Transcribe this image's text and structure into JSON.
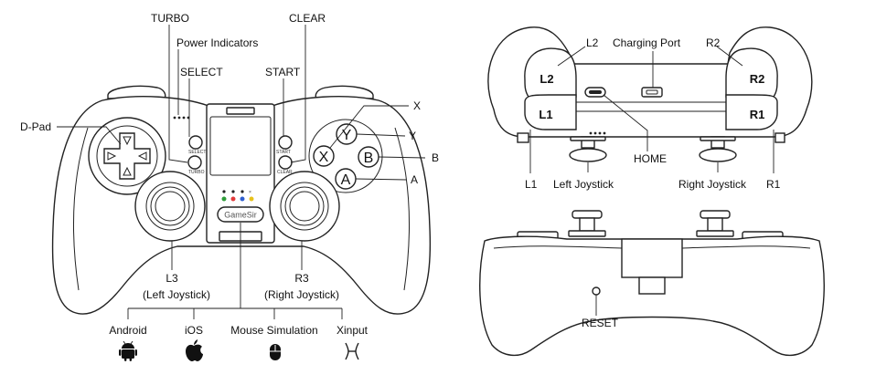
{
  "front": {
    "labels": {
      "turbo": "TURBO",
      "clear": "CLEAR",
      "power_indicators": "Power Indicators",
      "select": "SELECT",
      "start": "START",
      "dpad": "D-Pad",
      "x": "X",
      "y": "Y",
      "b": "B",
      "a": "A",
      "l3": "L3",
      "l3_sub": "(Left Joystick)",
      "r3": "R3",
      "r3_sub": "(Right Joystick)"
    },
    "face_buttons": {
      "x": "X",
      "y": "Y",
      "b": "B",
      "a": "A"
    },
    "small_button_captions": {
      "select": "SELECT",
      "turbo": "TURBO",
      "start": "START",
      "clear": "CLEAR"
    },
    "logo_text": "GameSir",
    "modes": [
      {
        "label": "Android",
        "icon": "android-icon"
      },
      {
        "label": "iOS",
        "icon": "apple-icon"
      },
      {
        "label": "Mouse Simulation",
        "icon": "mouse-icon"
      },
      {
        "label": "Xinput",
        "icon": "xinput-icon"
      }
    ],
    "mode_led_colors": [
      "#2e9d3a",
      "#e23b3b",
      "#2f5fd0",
      "#e8c21c"
    ]
  },
  "top": {
    "labels": {
      "l2": "L2",
      "charging_port": "Charging Port",
      "r2": "R2",
      "home": "HOME",
      "l1": "L1",
      "left_joystick": "Left Joystick",
      "right_joystick": "Right Joystick",
      "r1": "R1"
    },
    "bumpers": {
      "l2": "L2",
      "l1": "L1",
      "r2": "R2",
      "r1": "R1"
    },
    "home_caption": "HOME"
  },
  "bottom": {
    "labels": {
      "reset": "RESET"
    }
  }
}
